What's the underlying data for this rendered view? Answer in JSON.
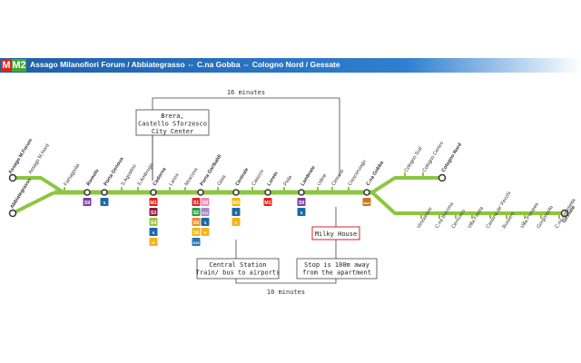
{
  "header": {
    "logo_m": "M",
    "logo_line": "M2",
    "title": "Assago Milanofiori Forum / Abbiategrasso ⇔ C.na Gobba ⇔ Cologno Nord / Gessate"
  },
  "colors": {
    "line": "#8cc63f",
    "header": "#2f6db5",
    "milky_border": "#d9262b"
  },
  "annotations": {
    "top_duration": "16 minutes",
    "top_box": [
      "Brera,",
      "Castello Sforzesco",
      "City Center"
    ],
    "milky_house": "Milky House",
    "central_box": [
      "Central Station",
      "Train/ bus to airports"
    ],
    "stop_box": [
      "Stop is 100m away",
      "from the apartment"
    ],
    "bottom_duration": "10 minutes"
  },
  "stations": {
    "upper_west": [
      "Assago M.Forum",
      "Assago M.Nord"
    ],
    "abbiategrasso": "Abbiategrasso",
    "main": [
      "Famagosta",
      "Romolo",
      "Porta Genova",
      "S.Agostino",
      "S.Ambrogio",
      "Cadorna",
      "Lanza",
      "Moscova",
      "Porta Garibaldi",
      "Gioia",
      "Centrale",
      "Caiazzo",
      "Loreto",
      "Piola",
      "Lambrate",
      "Udine",
      "Cimiano",
      "Crescenzago",
      "C.na Gobba"
    ],
    "cologno_branch": [
      "Cologno Sud",
      "Cologno Centro",
      "Cologno Nord"
    ],
    "gessate_branch": [
      "Vimodrone",
      "C.na Burrona",
      "Cernusco",
      "Villa Fiorita",
      "Cassina de' Pecchi",
      "Bussero",
      "Villa Pompea",
      "Gorgonzola",
      "C.na Antonietta",
      "Gessate"
    ]
  },
  "interchanges": {
    "Romolo": [
      "S9"
    ],
    "Porta Genova": [
      "rail"
    ],
    "Cadorna": [
      "M1",
      "S3",
      "S4",
      "rail",
      "airport"
    ],
    "Porta Garibaldi": [
      "S1",
      "S2",
      "S5",
      "S6",
      "S10",
      "S8",
      "S11",
      "rail",
      "airport"
    ],
    "Centrale": [
      "M3",
      "rail",
      "airport"
    ],
    "Loreto": [
      "M1"
    ],
    "Lambrate": [
      "S9",
      "rail"
    ],
    "C.na Gobba": [
      "bus"
    ]
  }
}
